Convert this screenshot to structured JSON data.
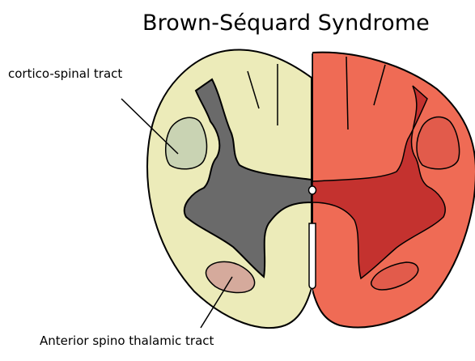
{
  "title": "Brown-Séquard Syndrome",
  "labels": {
    "corticospinal": "cortico-spinal tract",
    "spinothalamic": "Anterior spino thalamic tract"
  },
  "colors": {
    "white_matter_normal": "#ecebb9",
    "grey_matter_normal": "#6a6a6a",
    "tract_corticospinal": "#c9d3b3",
    "tract_spinothalamic": "#d5aa9c",
    "white_matter_lesion": "#ef6b55",
    "grey_matter_lesion": "#c4322f",
    "tract_lesion": "#e25b4b",
    "outline": "#000000"
  }
}
